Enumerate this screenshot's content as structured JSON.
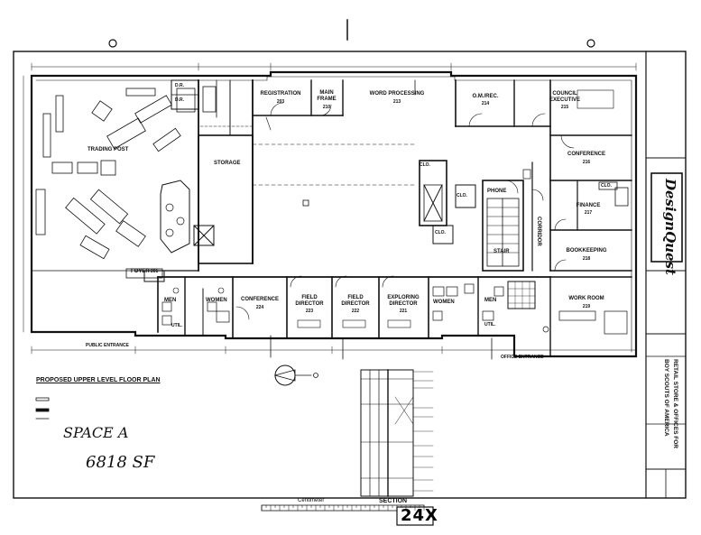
{
  "plan": {
    "title": "PROPOSED UPPER LEVEL FLOOR PLAN",
    "section_label": "SECTION",
    "space_name": "SPACE A",
    "space_area": "6818 SF",
    "enlargement": "24X",
    "scale_caption": "Centimeter"
  },
  "rooms": [
    {
      "key": "registration",
      "name": "REGISTRATION",
      "number": "203"
    },
    {
      "key": "main-frame",
      "name": "MAIN FRAME",
      "number": "210"
    },
    {
      "key": "word-processing",
      "name": "WORD PROCESSING",
      "number": "213"
    },
    {
      "key": "om-rec",
      "name": "O.M./REC.",
      "number": "214"
    },
    {
      "key": "council-executive",
      "name": "COUNCIL EXECUTIVE",
      "number": "215"
    },
    {
      "key": "trading-post",
      "name": "TRADING POST",
      "number": ""
    },
    {
      "key": "storage",
      "name": "STORAGE",
      "number": ""
    },
    {
      "key": "conference-upper",
      "name": "CONFERENCE",
      "number": "216"
    },
    {
      "key": "finance",
      "name": "FINANCE",
      "number": "217"
    },
    {
      "key": "phone",
      "name": "PHONE",
      "number": ""
    },
    {
      "key": "stair",
      "name": "STAIR",
      "number": ""
    },
    {
      "key": "corridor",
      "name": "CORRIDOR",
      "number": ""
    },
    {
      "key": "bookkeeping",
      "name": "BOOKKEEPING",
      "number": "218"
    },
    {
      "key": "foyer",
      "name": "FOYER",
      "number": "201"
    },
    {
      "key": "men-left",
      "name": "MEN",
      "number": ""
    },
    {
      "key": "women-left",
      "name": "WOMEN",
      "number": ""
    },
    {
      "key": "conference-lower",
      "name": "CONFERENCE",
      "number": "224"
    },
    {
      "key": "field-director-1",
      "name": "FIELD DIRECTOR",
      "number": "223"
    },
    {
      "key": "field-director-2",
      "name": "FIELD DIRECTOR",
      "number": "222"
    },
    {
      "key": "exploring-director",
      "name": "EXPLORING DIRECTOR",
      "number": "221"
    },
    {
      "key": "women-right",
      "name": "WOMEN",
      "number": ""
    },
    {
      "key": "men-right",
      "name": "MEN",
      "number": ""
    },
    {
      "key": "work-room",
      "name": "WORK ROOM",
      "number": "219"
    }
  ],
  "small_labels": {
    "dr_1": "D.R.",
    "dr_2": "D.R.",
    "clo_1": "CLO.",
    "clo_2": "CLO.",
    "clo_3": "CLO.",
    "clo_4": "CLO.",
    "util_1": "UTIL.",
    "util_2": "UTIL.",
    "office_entrance": "OFFICE ENTRANCE",
    "public_entrance": "PUBLIC ENTRANCE"
  },
  "title_block": {
    "firm": "DesignQuest",
    "project_line_1": "RETAIL STORE & OFFICES FOR",
    "project_line_2": "BOY SCOUTS OF AMERICA"
  }
}
